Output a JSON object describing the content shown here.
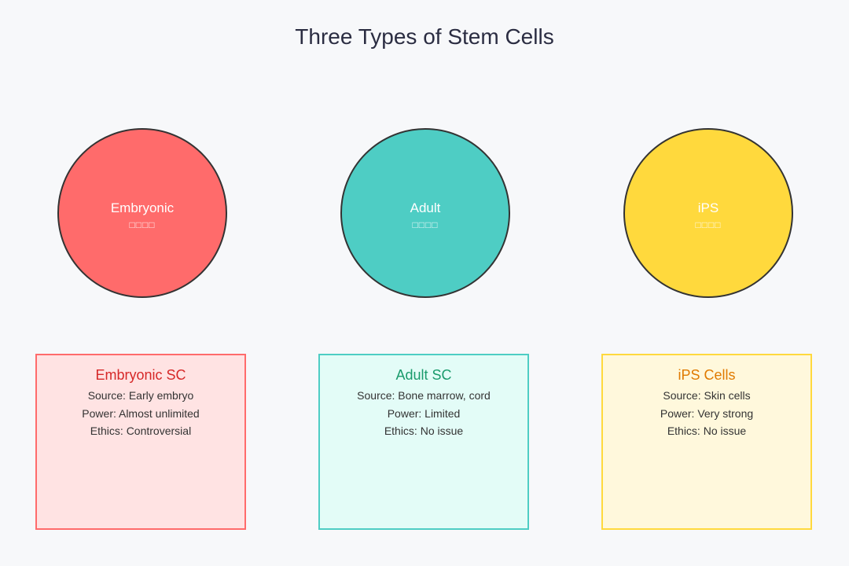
{
  "title": "Three Types of Stem Cells",
  "cells": [
    {
      "label": "Embryonic",
      "sublabel": "□□□□",
      "color": "#ff6b6b",
      "box": {
        "heading": "Embryonic SC",
        "heading_color": "#d62828",
        "fill": "#ffe3e3",
        "border": "#ff6b6b",
        "lines": [
          "Source: Early embryo",
          "Power: Almost unlimited",
          "Ethics: Controversial"
        ]
      }
    },
    {
      "label": "Adult",
      "sublabel": "□□□□",
      "color": "#4ecdc4",
      "box": {
        "heading": "Adult SC",
        "heading_color": "#1a9b6c",
        "fill": "#e3fcf7",
        "border": "#4ecdc4",
        "lines": [
          "Source: Bone marrow, cord",
          "Power: Limited",
          "Ethics: No issue"
        ]
      }
    },
    {
      "label": "iPS",
      "sublabel": "□□□□",
      "color": "#ffd93d",
      "box": {
        "heading": "iPS Cells",
        "heading_color": "#e07a00",
        "fill": "#fff8dc",
        "border": "#ffd93d",
        "lines": [
          "Source: Skin cells",
          "Power: Very strong",
          "Ethics: No issue"
        ]
      }
    }
  ]
}
